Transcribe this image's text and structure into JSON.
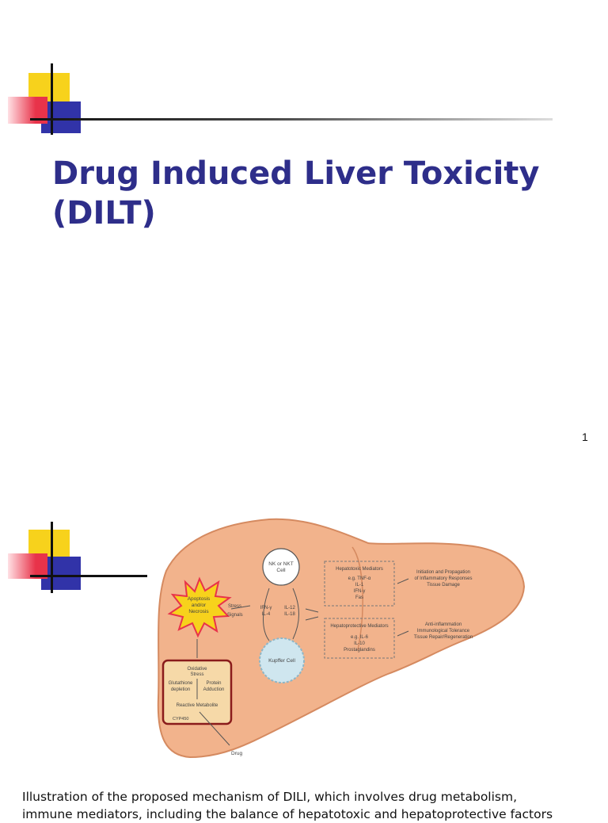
{
  "slide1": {
    "title_lines": [
      "Drug Induced Liver Toxicity",
      "(DILT)"
    ],
    "page_number": "1"
  },
  "slide2": {
    "figure": {
      "apoptosis": [
        "Apoptosis",
        "and/or",
        "Necrosis"
      ],
      "nk_cell": [
        "NK or NKT",
        "Cell"
      ],
      "kupffer_cell": "Kupffer Cell",
      "stress_signals": [
        "Stress",
        "Signals"
      ],
      "ifn_il4": [
        "IFN-γ",
        "IL-4"
      ],
      "il12_il18": [
        "IL-12",
        "IL-18"
      ],
      "hepatotoxic": [
        "Hepatotoxic Mediators",
        "e.g. TNF-α",
        "IL-1",
        "IFN-γ",
        "Fas"
      ],
      "hepatoprotective": [
        "Hepatoprotective Mediators",
        "e.g. IL-6",
        "IL-10",
        "Prostaglandins"
      ],
      "outcome_toxic": [
        "Initiation and Propagation",
        "of Inflammatory Responses",
        "Tissue Damage"
      ],
      "outcome_protective": [
        "Anti-inflammation",
        "Immunological Tolerance",
        "Tissue Repair/Regeneration"
      ],
      "oxidative_stress": [
        "Oxidative",
        "Stress"
      ],
      "glutathione": [
        "Glutathione",
        "depletion"
      ],
      "protein_adduction": [
        "Protein",
        "Adduction"
      ],
      "reactive_metabolite": "Reactive Metabolite",
      "cyp450": "CYP450",
      "drug": "Drug"
    },
    "caption_lines": [
      "Illustration of the proposed mechanism of DILI, which involves drug metabolism,",
      "immune mediators, including the balance of hepatotoxic and hepatoprotective factors"
    ]
  },
  "colors": {
    "title": "#2e2e8a",
    "liver": "#f2b38c",
    "accent_yellow": "#f7d21c",
    "accent_red": "#e8334a",
    "accent_blue": "#3133a8"
  }
}
